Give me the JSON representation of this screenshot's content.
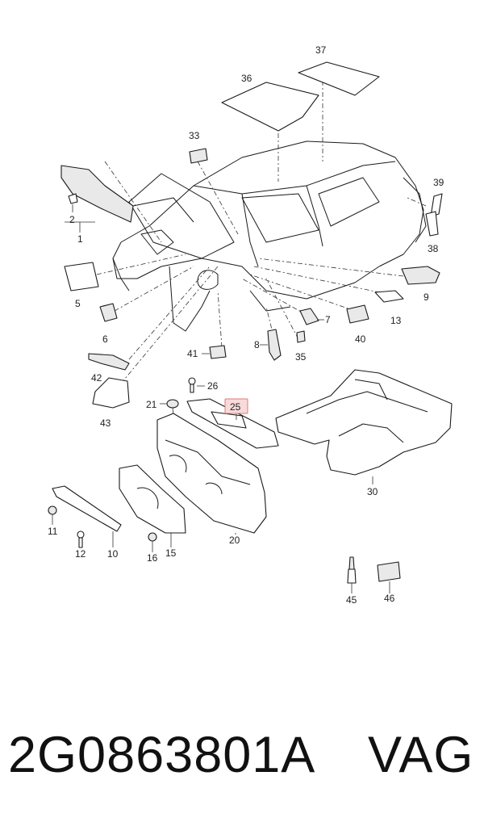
{
  "diagram": {
    "callouts": {
      "c1": "1",
      "c2": "2",
      "c5": "5",
      "c6": "6",
      "c7": "7",
      "c8": "8",
      "c9": "9",
      "c10": "10",
      "c11": "11",
      "c12": "12",
      "c13": "13",
      "c15": "15",
      "c16": "16",
      "c20": "20",
      "c21": "21",
      "c25": "25",
      "c26": "26",
      "c30": "30",
      "c33": "33",
      "c35": "35",
      "c36": "36",
      "c37": "37",
      "c38": "38",
      "c39": "39",
      "c40": "40",
      "c41": "41",
      "c42": "42",
      "c43": "43",
      "c45": "45",
      "c46": "46"
    },
    "highlighted_callout": "25",
    "highlight_color": "#f8dada"
  },
  "footer": {
    "part_number": "2G0863801A",
    "brand": "VAG"
  }
}
